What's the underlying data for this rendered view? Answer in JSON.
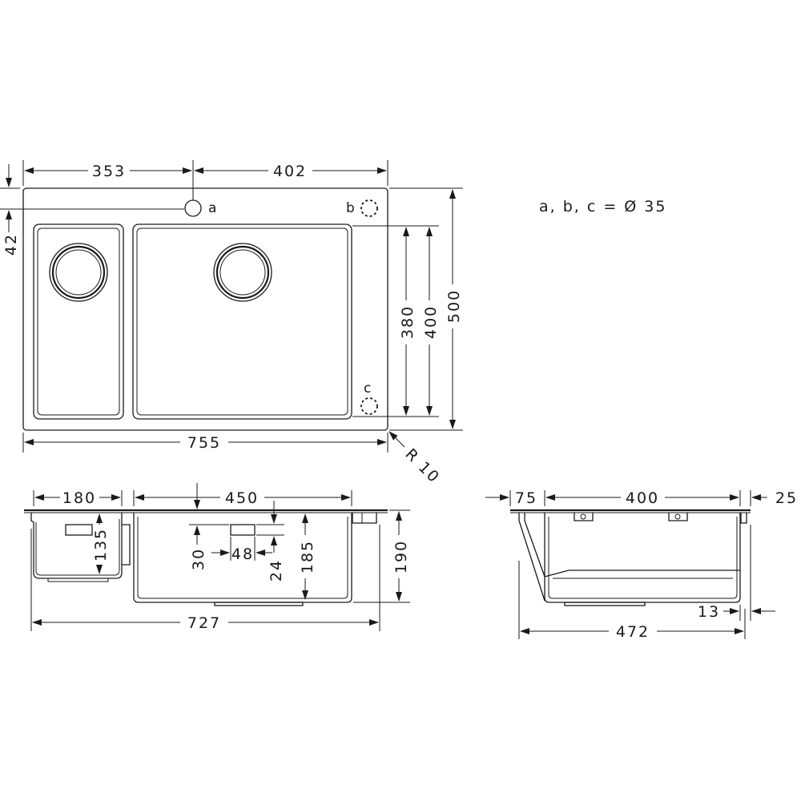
{
  "top_view": {
    "width_left": "353",
    "width_right": "402",
    "overall_width": "755",
    "tap_offset": "42",
    "bowl_depth": "380",
    "inner_depth": "400",
    "overall_depth": "500",
    "corner_radius": "R 10",
    "label_a": "a",
    "label_b": "b",
    "label_c": "c"
  },
  "legend": "a, b, c = Ø 35",
  "front_section": {
    "small_bowl_width": "180",
    "large_bowl_width": "450",
    "small_bowl_height": "135",
    "overflow_offset": "30",
    "overflow_width": "48",
    "overflow_height": "24",
    "large_bowl_height": "185",
    "overall_height": "190",
    "overall_width": "727"
  },
  "side_section": {
    "front_offset": "75",
    "bowl_depth": "400",
    "rear_offset": "25",
    "rim_offset": "13",
    "overall_depth": "472"
  }
}
